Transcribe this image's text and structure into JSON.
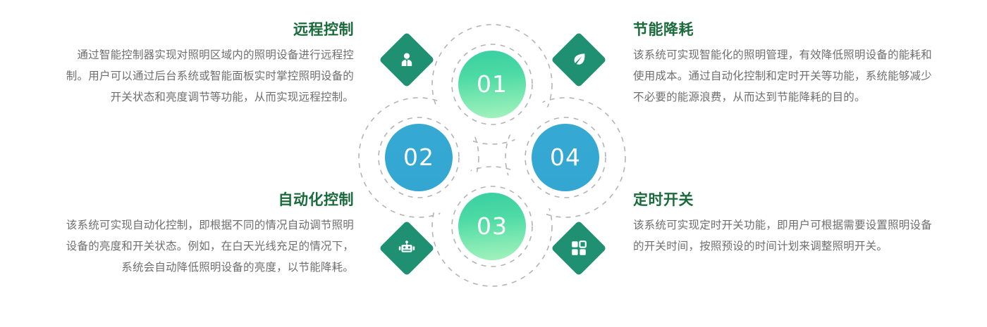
{
  "accent": {
    "title_green": "#1a6b3c",
    "body_gray": "#6e6e6e",
    "node_green_from": "#38cfa0",
    "node_green_to": "#a6f2bd",
    "node_blue": "#36a9d3",
    "diamond_teal": "#1f9172",
    "ring_dash_gray": "#b4b4b4"
  },
  "diagram": {
    "nodes": [
      {
        "number": "01",
        "color": "green",
        "icon": "businessman-icon",
        "position": "top"
      },
      {
        "number": "02",
        "color": "blue",
        "icon": "robot-icon",
        "position": "left"
      },
      {
        "number": "03",
        "color": "green",
        "icon": "leaf-icon",
        "position": "bottom"
      },
      {
        "number": "04",
        "color": "blue",
        "icon": "grid-squares-icon",
        "position": "right"
      }
    ],
    "icons": {
      "top_left": "businessman-icon",
      "top_right": "leaf-icon",
      "bottom_left": "robot-icon",
      "bottom_right": "grid-squares-icon"
    }
  },
  "sections": {
    "remote_control": {
      "title": "远程控制",
      "body": "通过智能控制器实现对照明区域内的照明设备进行远程控制。用户可以通过后台系统或智能面板实时掌控照明设备的开关状态和亮度调节等功能，从而实现远程控制。"
    },
    "energy_saving": {
      "title": "节能降耗",
      "body": "该系统可实现智能化的照明管理，有效降低照明设备的能耗和使用成本。通过自动化控制和定时开关等功能，系统能够减少不必要的能源浪费，从而达到节能降耗的目的。"
    },
    "automation": {
      "title": "自动化控制",
      "body": "该系统可实现自动化控制，即根据不同的情况自动调节照明设备的亮度和开关状态。例如，在白天光线充足的情况下，系统会自动降低照明设备的亮度，以节能降耗。"
    },
    "timer_switch": {
      "title": "定时开关",
      "body": "该系统可实现定时开关功能，即用户可根据需要设置照明设备的开关时间，按照预设的时间计划来调整照明开关。"
    }
  }
}
